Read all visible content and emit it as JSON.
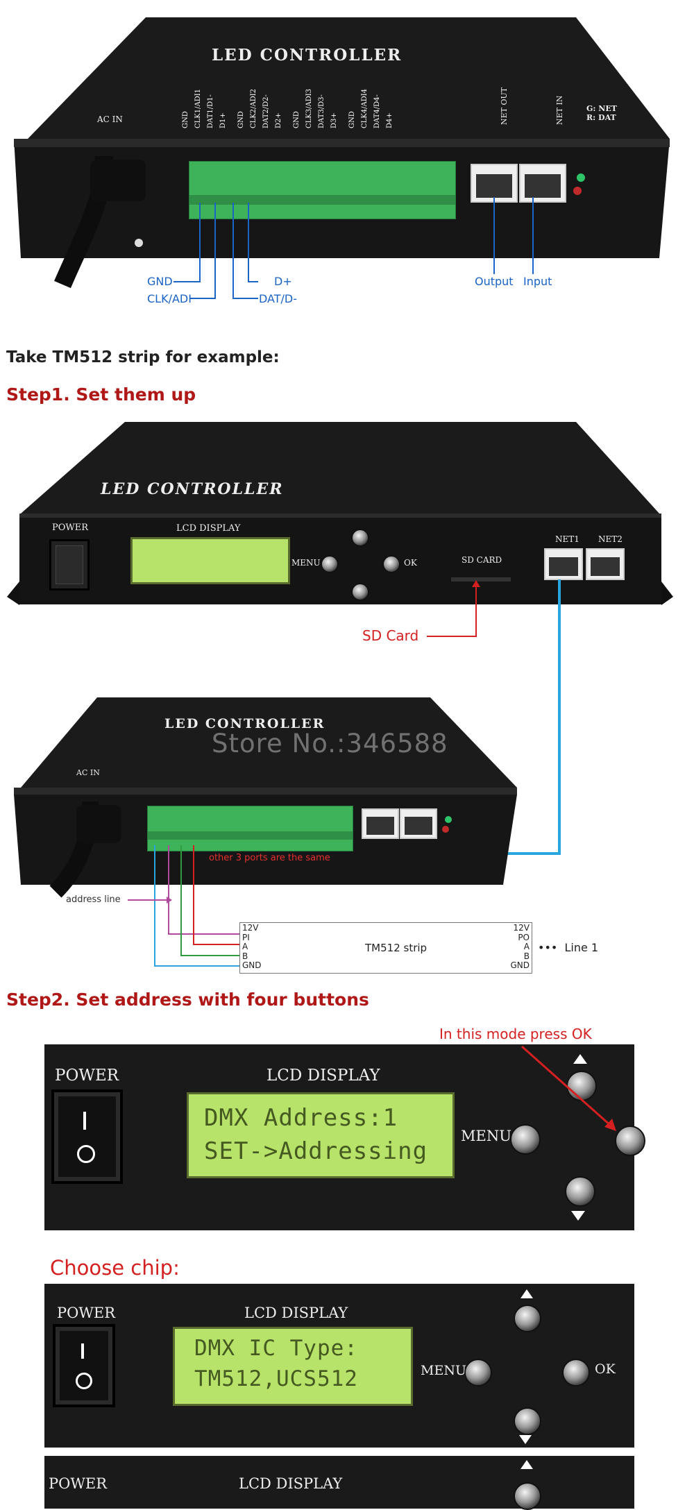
{
  "top_controller": {
    "title": "LED CONTROLLER",
    "ac_label": "AC IN",
    "pin_labels": [
      "GND",
      "CLK1/ADI1",
      "DAT1/D1-",
      "D1+",
      "GND",
      "CLK2/ADI2",
      "DAT2/D2-",
      "D2+",
      "GND",
      "CLK3/ADI3",
      "DAT3/D3-",
      "D3+",
      "GND",
      "CLK4/ADI4",
      "DAT4/D4-",
      "D4+"
    ],
    "net_out_label": "NET OUT",
    "net_in_label": "NET IN",
    "led_legend": "G: NET\nR: DAT",
    "callouts": {
      "gnd": "GND",
      "clk": "CLK/ADI",
      "d_plus": "D+",
      "dat": "DAT/D-",
      "output": "Output",
      "input": "Input"
    }
  },
  "intro_text": "Take TM512 strip for example:",
  "step1_heading": "Step1. Set them up",
  "front_controller": {
    "title": "LED CONTROLLER",
    "power": "POWER",
    "lcd_display": "LCD DISPLAY",
    "menu": "MENU",
    "ok": "OK",
    "sd_card_slot": "SD CARD",
    "net1": "NET1",
    "net2": "NET2",
    "sd_callout": "SD Card"
  },
  "back_controller": {
    "title": "LED CONTROLLER",
    "ac_label": "AC IN",
    "watermark": "Store No.:346588",
    "ports_note": "other 3 ports are the same",
    "address_line": "address line"
  },
  "strip": {
    "left_pins": [
      "12V",
      "PI",
      "A",
      "B",
      "GND"
    ],
    "right_pins": [
      "12V",
      "PO",
      "A",
      "B",
      "GND"
    ],
    "name": "TM512 strip",
    "line_label": "•••  Line 1"
  },
  "step2_heading": "Step2. Set address with four buttons",
  "panel1": {
    "callout": "In this mode press OK",
    "power": "POWER",
    "lcd_display": "LCD DISPLAY",
    "lcd_line1": "DMX Address:1",
    "lcd_line2": "SET->Addressing",
    "menu": "MENU"
  },
  "choose_chip": "Choose chip:",
  "panel2": {
    "power": "POWER",
    "lcd_display": "LCD DISPLAY",
    "lcd_line1": "DMX IC Type:",
    "lcd_line2": "TM512,UCS512",
    "menu": "MENU",
    "ok": "OK"
  },
  "panel3": {
    "power": "POWER",
    "lcd_display": "LCD DISPLAY"
  },
  "colors": {
    "heading_red": "#b01818",
    "callout_blue": "#1a63c7",
    "wire_cyan": "#29a6e0",
    "lcd_green": "#b8e36a",
    "terminal_green": "#3fb35a",
    "device_black": "#1c1c1c"
  }
}
